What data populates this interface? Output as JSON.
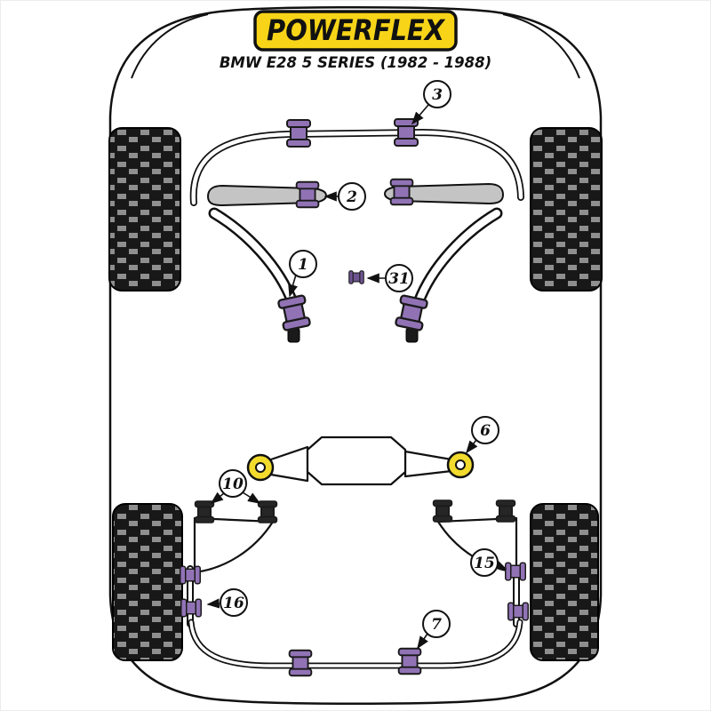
{
  "header": {
    "brand": "POWERFLEX",
    "subtitle": "BMW E28 5 SERIES (1982 - 1988)"
  },
  "colors": {
    "logo_yellow": "#f7d418",
    "bush_purple": "#9173b5",
    "bush_purple_dark": "#6e5490",
    "bush_yellow": "#f2db2d",
    "bush_black": "#262626",
    "metal_gray": "#c4c4c4"
  },
  "callouts": [
    {
      "label": "3"
    },
    {
      "label": "2"
    },
    {
      "label": "1"
    },
    {
      "label": "31"
    },
    {
      "label": "6"
    },
    {
      "label": "10"
    },
    {
      "label": "15"
    },
    {
      "label": "16"
    },
    {
      "label": "7"
    }
  ]
}
